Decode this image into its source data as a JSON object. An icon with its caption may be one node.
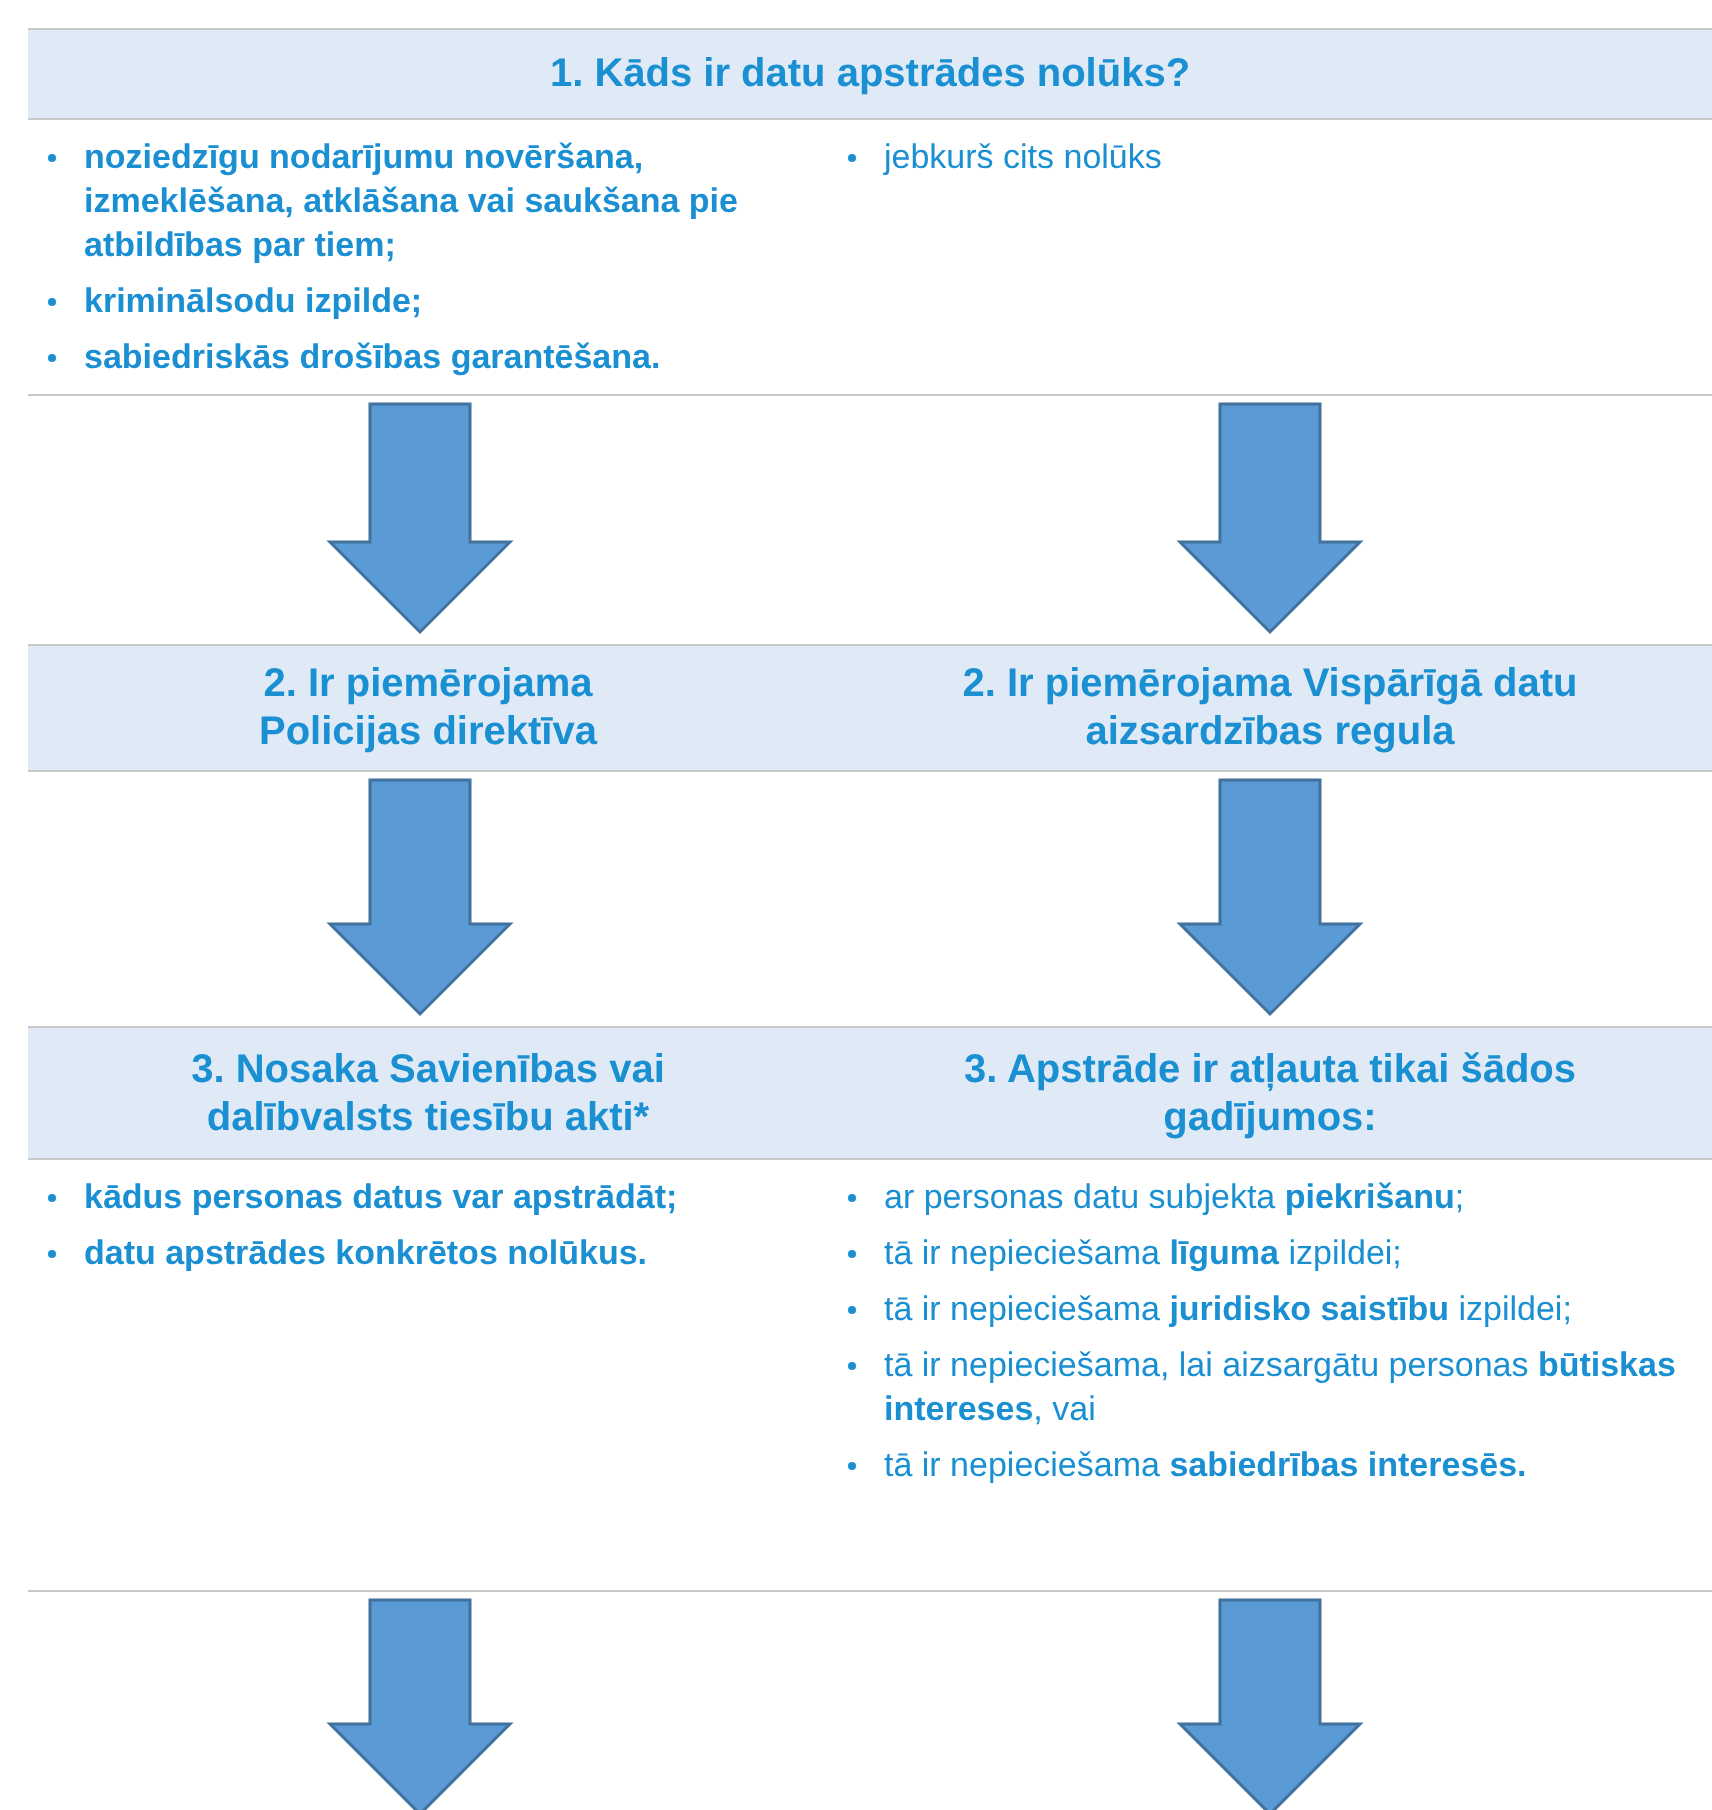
{
  "diagram": {
    "nodes": [
      {
        "text": [
          "1. Kāds ir datu apstrādes nolūks?"
        ]
      },
      {
        "text": [
          "noziedzīgu nodarījumu novēršana, izmeklēšana, atklāšana vai saukšana pie atbildības par tiem;",
          "kriminālsodu izpilde;",
          "sabiedriskās drošības garantēšana."
        ]
      },
      {
        "text": [
          "jebkurš cits nolūks"
        ]
      },
      {
        "text": [
          "2. Ir piemērojama Policijas direktīva"
        ]
      },
      {
        "text": [
          "2. Ir piemērojama Vispārīgā datu aizsardzības regula"
        ]
      },
      {
        "text": [
          "3. Nosaka Savienības vai dalībvalsts tiesību akti*"
        ]
      },
      {
        "text": [
          "3. Apstrāde ir atļauta tikai šādos gadījumos:"
        ]
      },
      {
        "text": [
          "kādus personas datus var apstrādāt;",
          "datu apstrādes konkrētos nolūkus."
        ]
      },
      {
        "text": [
          "ar personas datu subjekta **piekrišanu**;",
          "tā ir nepieciešama **līguma** izpildei;",
          "tā ir nepieciešama **juridisko saistību** izpildei;",
          "tā ir nepieciešama, lai aizsargātu personas **būtiskas intereses**, vai",
          "tā ir nepieciešama **sabiedrības interesēs.**"
        ]
      }
    ],
    "edges": [
      {
        "from": 1,
        "to": 3,
        "arrow": "to"
      },
      {
        "from": 2,
        "to": 4,
        "arrow": "to"
      },
      {
        "from": 3,
        "to": 5,
        "arrow": "to"
      },
      {
        "from": 4,
        "to": 6,
        "arrow": "to"
      },
      {
        "from": 7,
        "to": null,
        "arrow": "to"
      },
      {
        "from": 8,
        "to": null,
        "arrow": "to"
      }
    ]
  }
}
